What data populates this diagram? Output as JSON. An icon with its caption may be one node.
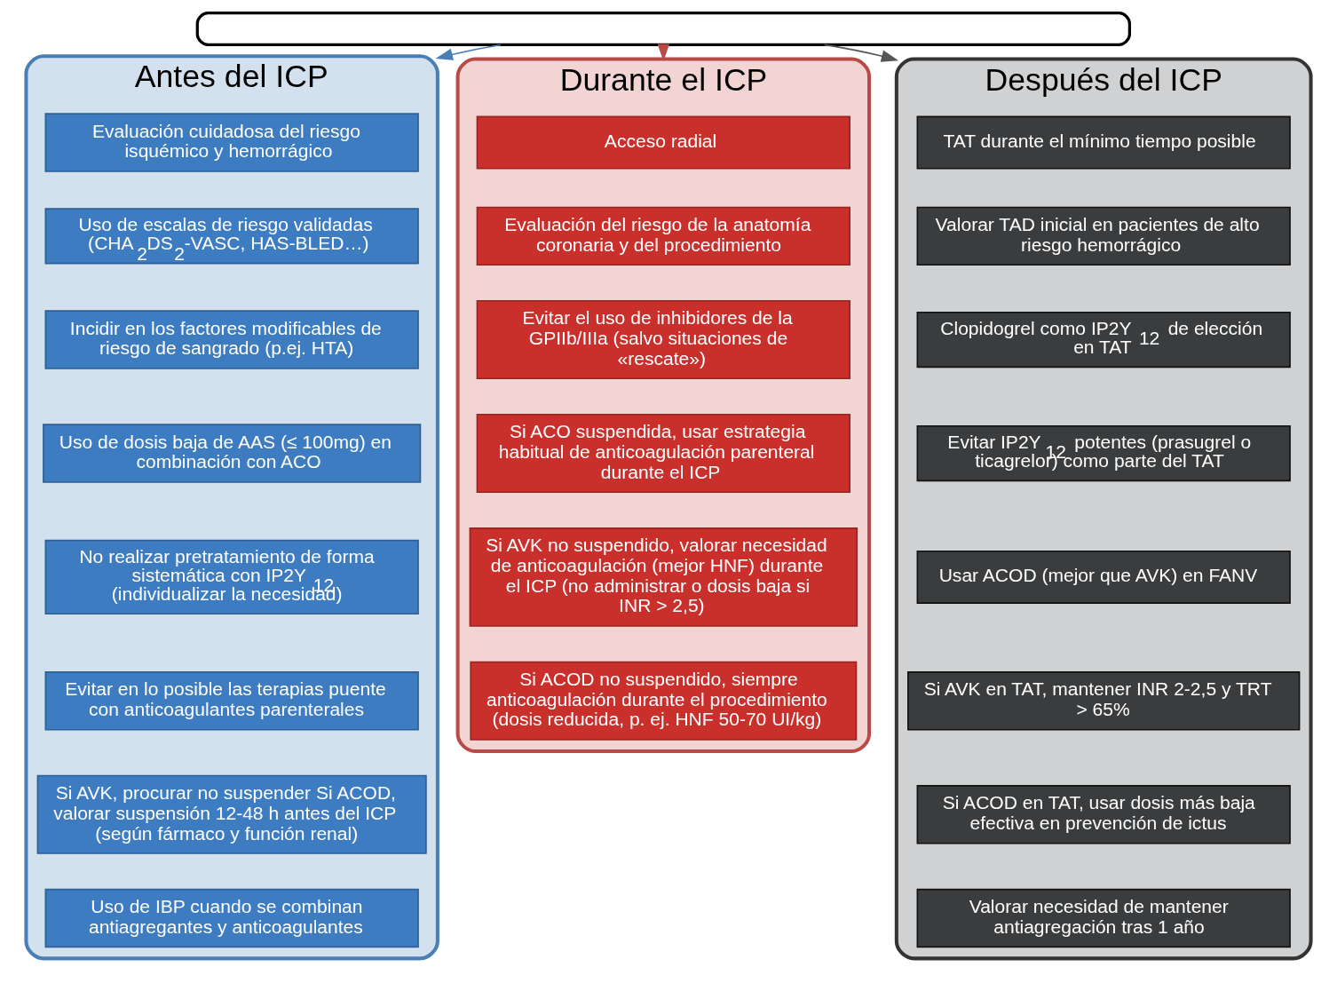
{
  "diagram": {
    "nodes": [
      {
        "text": [],
        "shape": "box"
      },
      {
        "text": [
          "Antes del ICP"
        ]
      },
      {
        "text": [
          "Evaluación cuidadosa del riesgo isquémico y hemorrágico"
        ],
        "in": 1
      },
      {
        "text": [
          "Uso de escalas de riesgo validadas (CHA$_{2}$DS$_{2}$-VASC, HAS-BLED…)"
        ],
        "in": 1
      },
      {
        "text": [
          "Incidir en los factores modificables de riesgo de sangrado (p.ej. HTA)"
        ],
        "in": 1
      },
      {
        "text": [
          "Uso de dosis baja de AAS (≤ 100mg) en combinación con ACO"
        ],
        "in": 1
      },
      {
        "text": [
          "No realizar pretratamiento de forma sistemática con IP2Y$_{12}$ (individualizar la necesidad)"
        ],
        "in": 1
      },
      {
        "text": [
          "Evitar en lo posible las terapias puente con anticoagulantes parenterales"
        ],
        "in": 1
      },
      {
        "text": [
          "Si AVK, procurar no suspender Si ACOD, valorar suspensión 12-48 h antes del ICP (según fármaco y función renal)"
        ],
        "in": 1
      },
      {
        "text": [
          "Uso de IBP cuando se combinan antiagregantes y anticoagulantes"
        ],
        "in": 1
      },
      {
        "text": [
          "Durante el ICP"
        ]
      },
      {
        "text": [
          "Acceso radial"
        ],
        "in": 10
      },
      {
        "text": [
          "Evaluación del riesgo de la anatomía coronaria y del procedimiento"
        ],
        "in": 10
      },
      {
        "text": [
          "Evitar el uso de inhibidores de la GPIIb/IIIa (salvo situaciones de «rescate»)"
        ],
        "in": 10
      },
      {
        "text": [
          "Si ACO suspendida, usar estrategia habitual de anticoagulación parenteral durante el ICP"
        ],
        "in": 10
      },
      {
        "text": [
          "Si AVK no suspendido, valorar necesidad de anticoagulación (mejor HNF) durante el ICP (no administrar o dosis baja si INR > 2,5)"
        ],
        "in": 10
      },
      {
        "text": [
          "Si ACOD no suspendido, siempre anticoagulación durante el procedimiento (dosis reducida, p. ej. HNF 50-70 UI/kg)"
        ],
        "in": 10
      },
      {
        "text": [
          "Después del ICP"
        ]
      },
      {
        "text": [
          "TAT durante el mínimo tiempo posible"
        ],
        "in": 17
      },
      {
        "text": [
          "Valorar TAD inicial en pacientes de alto riesgo hemorrágico"
        ],
        "in": 17
      },
      {
        "text": [
          "Clopidogrel como IP2Y$_{12}$ de elección en TAT"
        ],
        "in": 17
      },
      {
        "text": [
          "Evitar IP2Y$_{12}$ potentes (prasugrel o ticagrelor) como parte del TAT"
        ],
        "in": 17
      },
      {
        "text": [
          "Usar ACOD (mejor que AVK) en FANV"
        ],
        "in": 17
      },
      {
        "text": [
          "Si AVK en TAT, mantener INR 2-2,5 y TRT > 65%"
        ],
        "in": 17
      },
      {
        "text": [
          "Si ACOD en TAT, usar dosis más baja efectiva en prevención de ictus"
        ],
        "in": 17
      },
      {
        "text": [
          "Valorar necesidad de mantener antiagregación tras 1 año"
        ],
        "in": 17
      }
    ],
    "edges": [
      {
        "from": 0,
        "to": 1,
        "arrow": "to",
        "color": "#4a7fb5"
      },
      {
        "from": 0,
        "to": 10,
        "arrow": "to",
        "color": "#b94a48"
      },
      {
        "from": 0,
        "to": 17,
        "arrow": "to",
        "color": "#555555"
      }
    ]
  }
}
